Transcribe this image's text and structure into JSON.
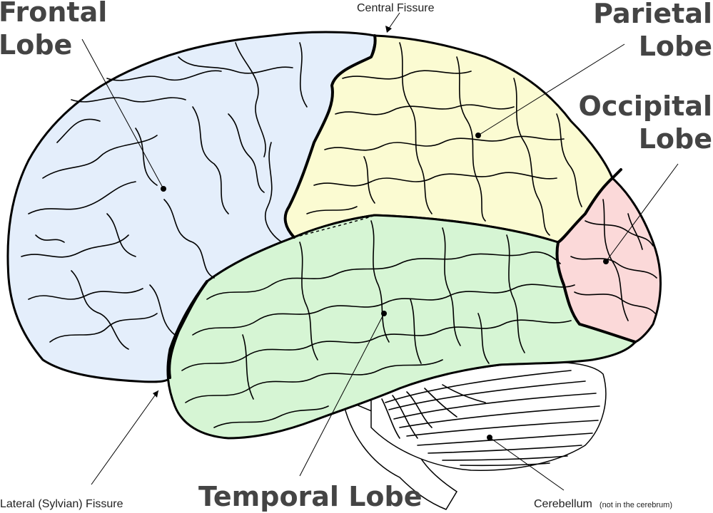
{
  "labels": {
    "frontal_line1": "Frontal",
    "frontal_line2": "Lobe",
    "parietal_line1": "Parietal",
    "parietal_line2": "Lobe",
    "occipital_line1": "Occipital",
    "occipital_line2": "Lobe",
    "temporal": "Temporal Lobe",
    "central_fissure": "Central Fissure",
    "lateral_fissure": "Lateral (Sylvian) Fissure",
    "cerebellum": "Cerebellum",
    "cerebellum_note": "(not in the cerebrum)"
  },
  "colors": {
    "frontal": "#e4eefb",
    "parietal": "#fbfbd2",
    "occipital": "#fbd9d9",
    "temporal": "#d6f5d4",
    "cerebellum": "#ffffff"
  }
}
